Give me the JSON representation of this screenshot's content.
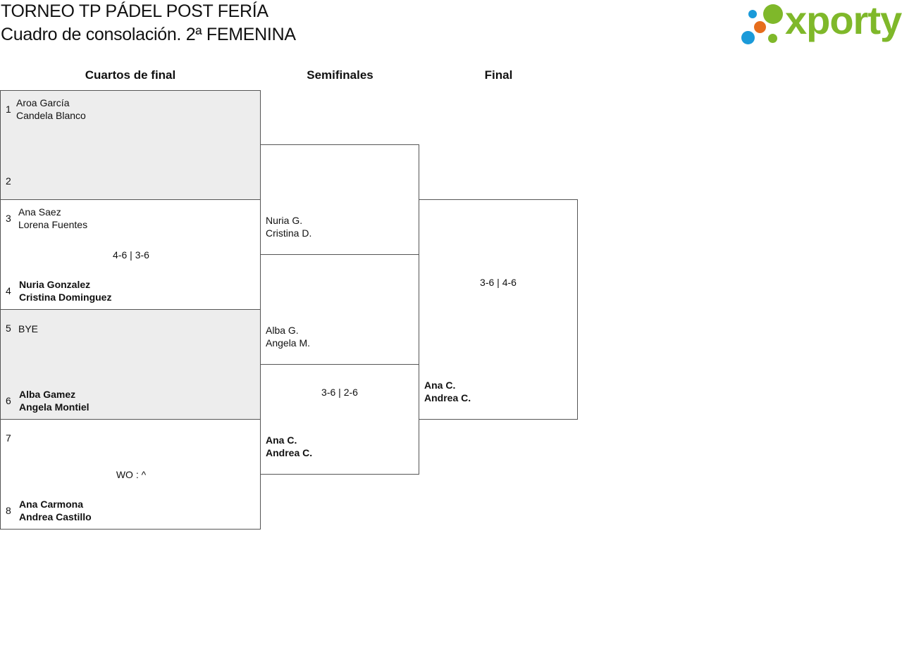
{
  "header": {
    "title": "TORNEO TP PÁDEL POST FERÍA",
    "subtitle": "Cuadro de consolación. 2ª FEMENINA"
  },
  "logo": {
    "text": "xporty",
    "colors": {
      "green": "#7fb82a",
      "blue": "#1a9ad9",
      "orange": "#e66d1c"
    }
  },
  "rounds": {
    "quarterfinals": "Cuartos de final",
    "semifinals": "Semifinales",
    "final": "Final"
  },
  "quarterfinals": [
    {
      "seed_top": "1",
      "top": [
        "Aroa García",
        "Candela Blanco"
      ],
      "seed_bottom": "2",
      "bottom": [
        "",
        ""
      ],
      "score": ""
    },
    {
      "seed_top": "3",
      "top": [
        "Ana Saez",
        "Lorena Fuentes"
      ],
      "seed_bottom": "4",
      "bottom": [
        "Nuria Gonzalez",
        "Cristina Dominguez"
      ],
      "score": "4-6 | 3-6"
    },
    {
      "seed_top": "5",
      "top": [
        "BYE",
        ""
      ],
      "seed_bottom": "6",
      "bottom": [
        "Alba Gamez",
        "Angela Montiel"
      ],
      "score": ""
    },
    {
      "seed_top": "7",
      "top": [
        "",
        ""
      ],
      "seed_bottom": "8",
      "bottom": [
        "Ana Carmona",
        "Andrea Castillo"
      ],
      "score": "WO : ^"
    }
  ],
  "semifinals": [
    {
      "top": [
        "",
        ""
      ],
      "bottom": [
        "Nuria G.",
        "Cristina D."
      ],
      "score": ""
    },
    {
      "top": [
        "Alba G.",
        "Angela M."
      ],
      "bottom": [
        "Ana C.",
        "Andrea C."
      ],
      "score": "3-6 | 2-6"
    }
  ],
  "final": {
    "top": [
      "",
      ""
    ],
    "bottom": [
      "Ana C.",
      "Andrea C."
    ],
    "score": "3-6 | 4-6"
  }
}
